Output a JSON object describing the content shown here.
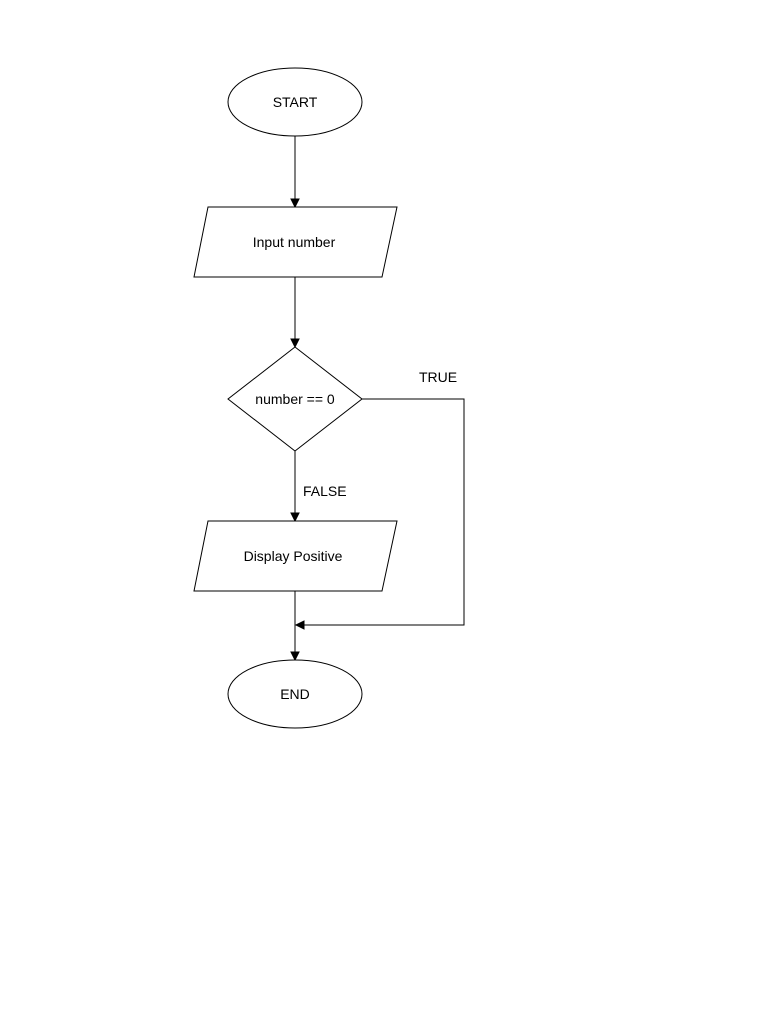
{
  "diagram": {
    "type": "flowchart",
    "nodes": {
      "start": {
        "shape": "terminator",
        "label": "START"
      },
      "input": {
        "shape": "input-output",
        "label": "Input number"
      },
      "decision": {
        "shape": "decision",
        "label": "number == 0"
      },
      "display": {
        "shape": "input-output",
        "label": "Display Positive"
      },
      "end": {
        "shape": "terminator",
        "label": "END"
      }
    },
    "edges": {
      "true_branch": {
        "from": "decision",
        "to": "end",
        "label": "TRUE"
      },
      "false_branch": {
        "from": "decision",
        "to": "display",
        "label": "FALSE"
      }
    },
    "colors": {
      "stroke": "#000000",
      "fill": "#ffffff",
      "text": "#000000"
    }
  }
}
